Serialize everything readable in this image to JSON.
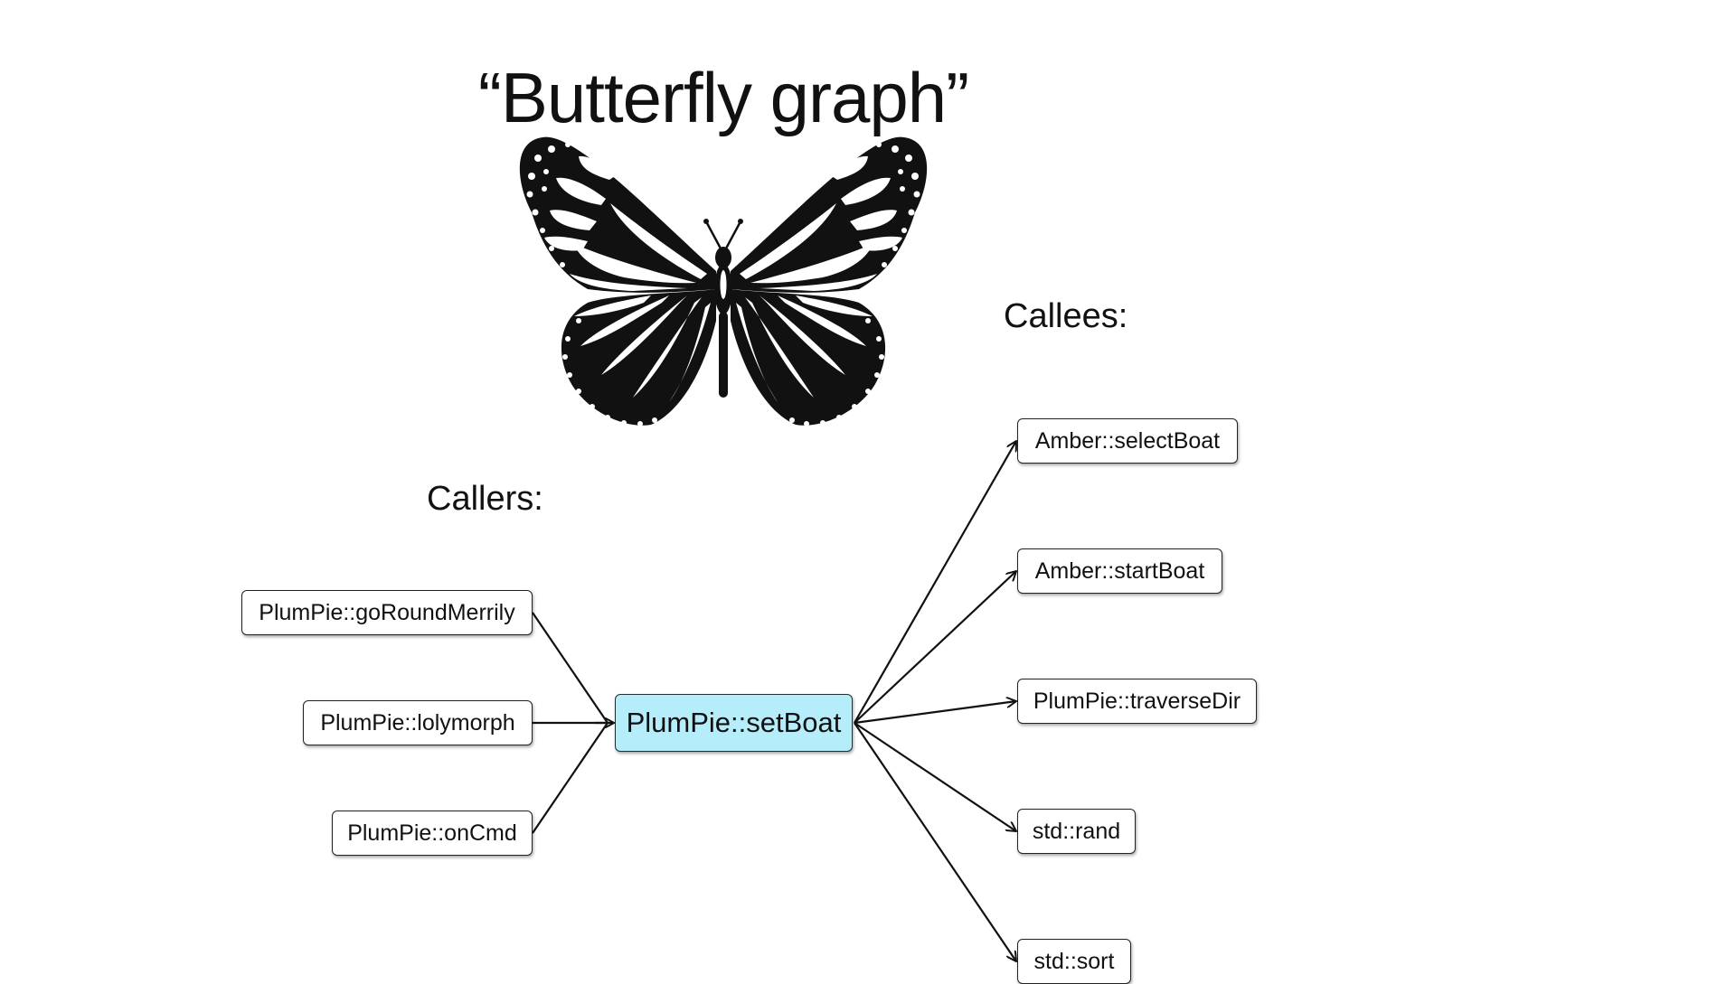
{
  "title": "“Butterfly graph”",
  "callers_label": "Callers:",
  "callees_label": "Callees:",
  "center": {
    "label": "PlumPie::setBoat"
  },
  "callers": [
    {
      "label": "PlumPie::goRoundMerrily"
    },
    {
      "label": "PlumPie::lolymorph"
    },
    {
      "label": "PlumPie::onCmd"
    }
  ],
  "callees": [
    {
      "label": "Amber::selectBoat"
    },
    {
      "label": "Amber::startBoat"
    },
    {
      "label": "PlumPie::traverseDir"
    },
    {
      "label": "std::rand"
    },
    {
      "label": "std::sort"
    }
  ],
  "colors": {
    "center_fill": "#b5eefa",
    "node_fill": "#ffffff",
    "stroke": "#111111"
  },
  "icons": {
    "illustration": "butterfly-icon"
  }
}
